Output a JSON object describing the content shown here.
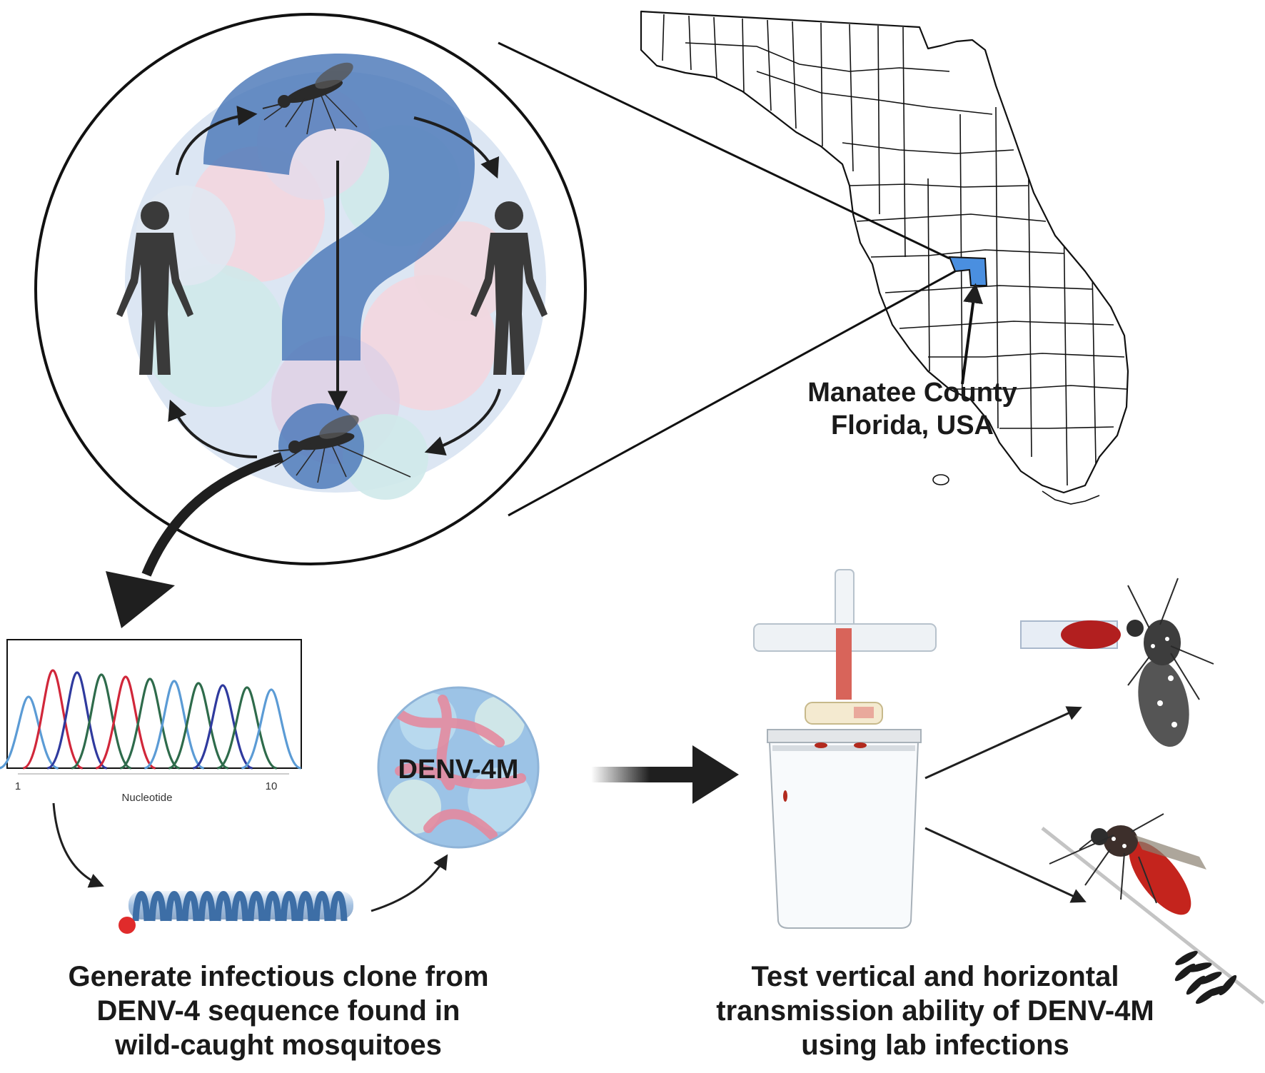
{
  "map": {
    "location_line1": "Manatee County",
    "location_line2": "Florida, USA",
    "highlight_color": "#4a8fe0"
  },
  "chromatogram": {
    "x_axis_label": "Nucleotide",
    "tick_start": "1",
    "tick_end": "10",
    "trace_colors": [
      "#5b9bd5",
      "#d1273a",
      "#2f3a9e",
      "#2e6b4b"
    ]
  },
  "virion": {
    "label": "DENV-4M"
  },
  "captions": {
    "left": [
      "Generate infectious clone from",
      "DENV-4 sequence found in",
      "wild-caught mosquitoes"
    ],
    "right": [
      "Test vertical and horizontal",
      "transmission ability of DENV-4M",
      "using lab infections"
    ]
  },
  "icons": {
    "mosquito": "mosquito-icon",
    "human": "human-figure-icon",
    "question": "question-mark-icon",
    "feeder": "membrane-feeder-icon",
    "eggs": "egg-cluster-icon",
    "plasmid": "dna-clone-icon"
  }
}
